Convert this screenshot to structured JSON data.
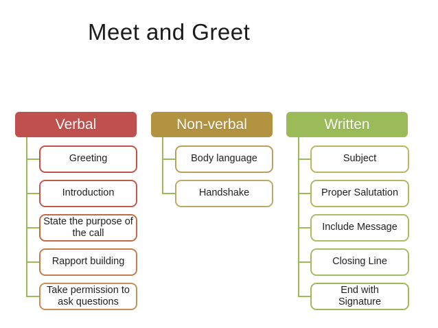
{
  "slide": {
    "title": "Meet and Greet"
  },
  "colors": {
    "connector": "#9bbb59",
    "title_text": "#1a1a1a",
    "node_fill": "#ffffff",
    "node_text": "#1f1f1f",
    "header_text": "#ffffff"
  },
  "columns": [
    {
      "header": {
        "label": "Verbal",
        "fill": "#c0504d"
      },
      "children": [
        {
          "label": "Greeting",
          "border": "#c0514b"
        },
        {
          "label": "Introduction",
          "border": "#c25847"
        },
        {
          "label": "State the purpose of the call",
          "border": "#c56a42"
        },
        {
          "label": "Rapport building",
          "border": "#c77c4b"
        },
        {
          "label": "Take permission to ask questions",
          "border": "#c98e55"
        }
      ]
    },
    {
      "header": {
        "label": "Non-verbal",
        "fill": "#b29342"
      },
      "children": [
        {
          "label": "Body language",
          "border": "#bf9d5c"
        },
        {
          "label": "Handshake",
          "border": "#c1a766"
        }
      ]
    },
    {
      "header": {
        "label": "Written",
        "fill": "#9bbb59"
      },
      "children": [
        {
          "label": "Subject",
          "border": "#bcb45f"
        },
        {
          "label": "Proper Salutation",
          "border": "#b2b95d"
        },
        {
          "label": "Include Message",
          "border": "#a9be60"
        },
        {
          "label": "Closing Line",
          "border": "#a3be62"
        },
        {
          "label": "End with Signature",
          "border": "#9cbb59"
        }
      ]
    }
  ]
}
